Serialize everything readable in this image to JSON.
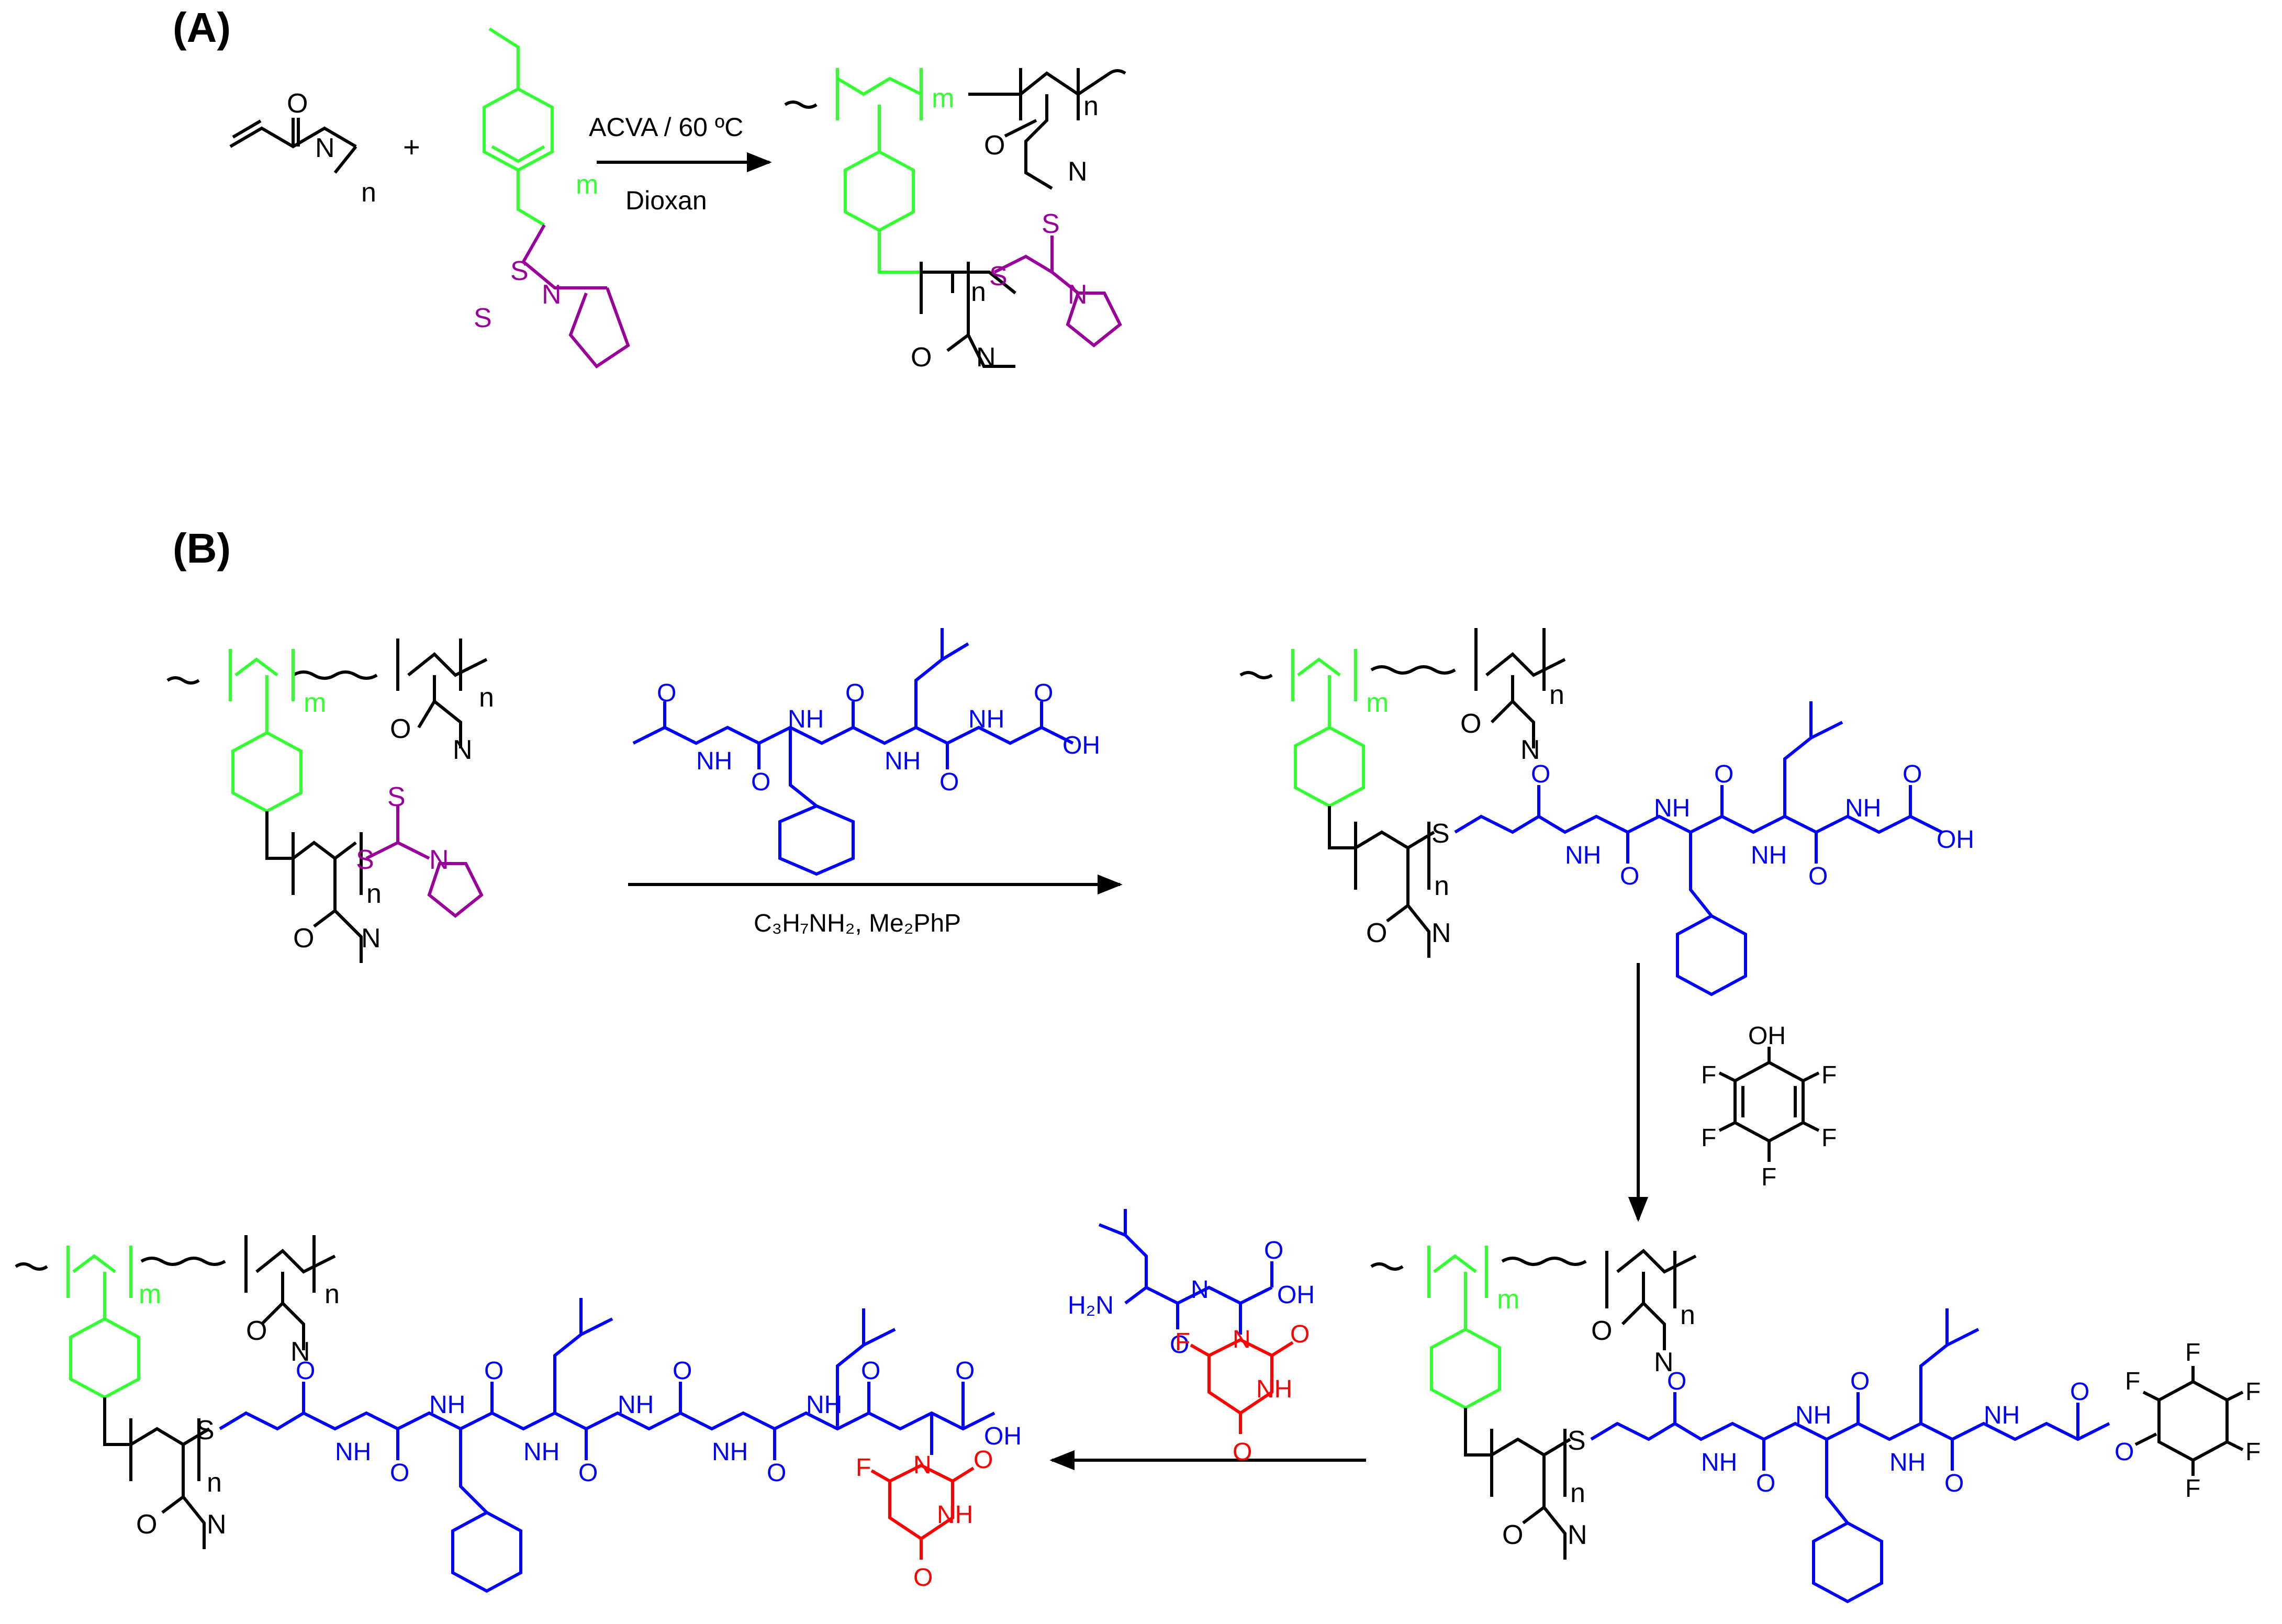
{
  "colors": {
    "black": "#000000",
    "green": "#33ff33",
    "purple": "#990099",
    "blue": "#0000ff",
    "red": "#ff0000"
  },
  "panel_labels": {
    "a": "(A)",
    "b": "(B)"
  },
  "atoms": {
    "O": "O",
    "N": "N",
    "S": "S",
    "F": "F",
    "OH": "OH",
    "NH": "NH",
    "H2N": "H₂N",
    "n": "n",
    "m": "m"
  },
  "reaction_a": {
    "conditions_above": "ACVA / 60 ºC",
    "conditions_below": "Dioxan",
    "plus": "+"
  },
  "reaction_b1": {
    "conditions": "C₃H₇NH₂, Me₂PhP"
  }
}
